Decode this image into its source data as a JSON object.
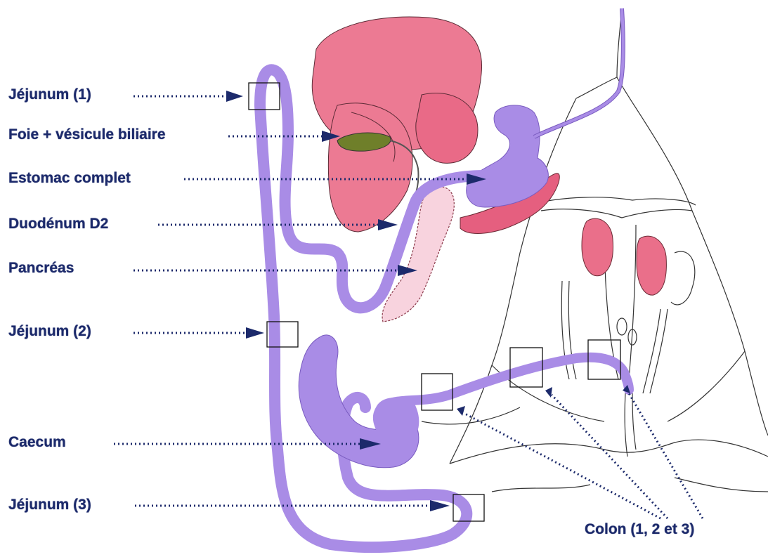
{
  "labels": {
    "jejunum1": "Jéjunum (1)",
    "foie": "Foie + vésicule biliaire",
    "estomac": "Estomac complet",
    "duodenum": "Duodénum D2",
    "pancreas": "Pancréas",
    "jejunum2": "Jéjunum (2)",
    "caecum": "Caecum",
    "jejunum3": "Jéjunum (3)",
    "colon": "Colon (1, 2 et 3)"
  },
  "colors": {
    "label_text": "#1c2a6b",
    "arrow": "#1c2a6b",
    "intestine": "#a98ce6",
    "liver": "#ec7a93",
    "gallbladder": "#6f7f2a",
    "pancreas": "#f8d3de",
    "spleen": "#e55f7f",
    "kidney": "#ea6f8a",
    "outline": "#333333"
  }
}
